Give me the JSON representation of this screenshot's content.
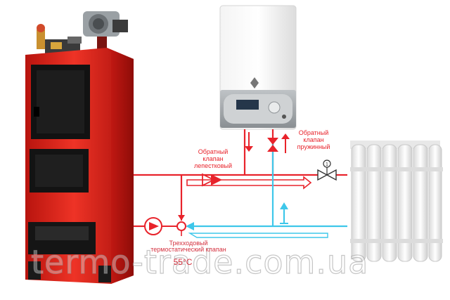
{
  "labels": {
    "return_valve_spring": [
      "Обратный",
      "клапан",
      "пружинный"
    ],
    "return_valve_petal": [
      "Обратный",
      "клапан",
      "лепестковый"
    ],
    "three_way_valve": [
      "Трехходовый",
      "термостатический клапан"
    ],
    "temperature": "55°C"
  },
  "watermark": "termo-trade.com.ua",
  "colors": {
    "supply_pipe": "#e8232b",
    "return_pipe": "#3ec7ea",
    "boiler_body": "#e4281f",
    "label_text": "#e8232b"
  },
  "icons": {
    "boiler": "solid-fuel-boiler",
    "gas_boiler": "wall-gas-boiler",
    "radiator": "radiator",
    "pump": "circulation-pump-icon",
    "valve": "ball-valve-icon",
    "thermometer": "thermometer-icon",
    "arrow_up": "arrow-up-icon",
    "arrow_down": "arrow-down-icon"
  }
}
